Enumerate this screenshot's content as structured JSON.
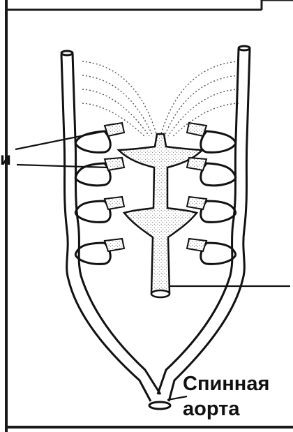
{
  "diagram": {
    "labels": {
      "aorta_line1": "Спинная",
      "aorta_line2": "аорта",
      "left_cut_glyph": "и"
    },
    "colors": {
      "ink": "#111111",
      "stipple": "#9a9a9a",
      "paper": "#ffffff",
      "frame": "#1a1a1a"
    }
  }
}
